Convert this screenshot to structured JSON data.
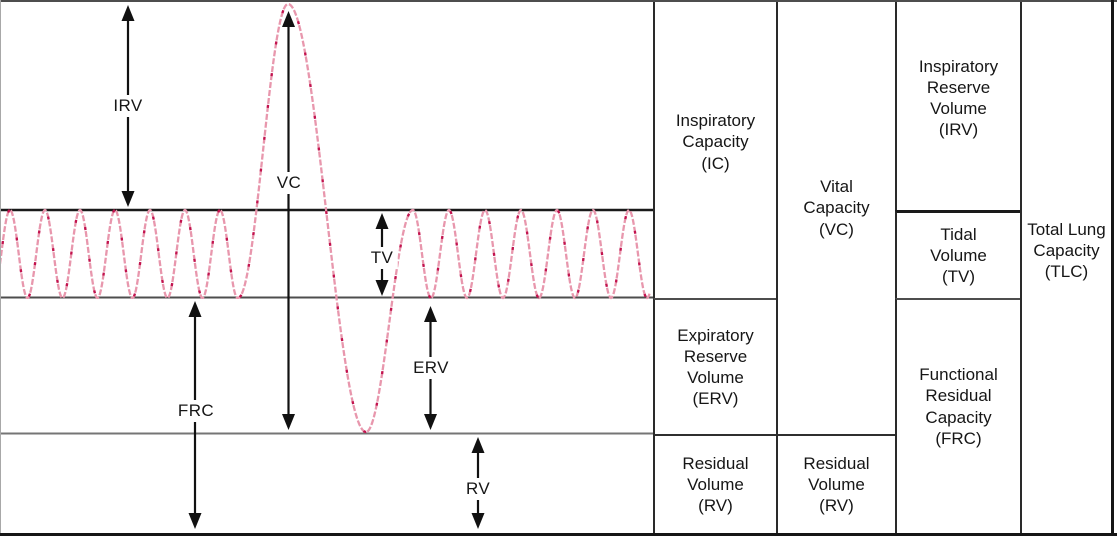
{
  "diagram": {
    "title": "lung-volumes-and-capacities-spirogram",
    "plot_labels": {
      "irv": "IRV",
      "vc": "VC",
      "tv": "TV",
      "frc": "FRC",
      "erv": "ERV",
      "rv": "RV"
    },
    "table": {
      "columns": [
        {
          "cells": [
            {
              "label": [
                "Inspiratory",
                "Capacity",
                "(IC)"
              ]
            },
            {
              "label": [
                "Expiratory",
                "Reserve",
                "Volume",
                "(ERV)"
              ]
            },
            {
              "label": [
                "Residual",
                "Volume",
                "(RV)"
              ]
            }
          ]
        },
        {
          "cells": [
            {
              "label": [
                "Vital",
                "Capacity",
                "(VC)"
              ]
            },
            {
              "label": [
                "Residual",
                "Volume",
                "(RV)"
              ]
            }
          ]
        },
        {
          "cells": [
            {
              "label": [
                "Inspiratory",
                "Reserve",
                "Volume",
                "(IRV)"
              ]
            },
            {
              "label": [
                "Tidal",
                "Volume",
                "(TV)"
              ]
            },
            {
              "label": [
                "Functional",
                "Residual",
                "Capacity",
                "(FRC)"
              ]
            }
          ]
        },
        {
          "cells": [
            {
              "label": [
                "Total Lung",
                "Capacity",
                "(TLC)"
              ]
            }
          ]
        }
      ]
    },
    "colors": {
      "trace_pink": "#e897ad",
      "trace_crimson": "#c2134e",
      "guide_dark": "#1a1a1a",
      "guide_gray": "#4d4d4d",
      "guide_light_gray": "#757575",
      "arrow_black": "#111111"
    }
  }
}
